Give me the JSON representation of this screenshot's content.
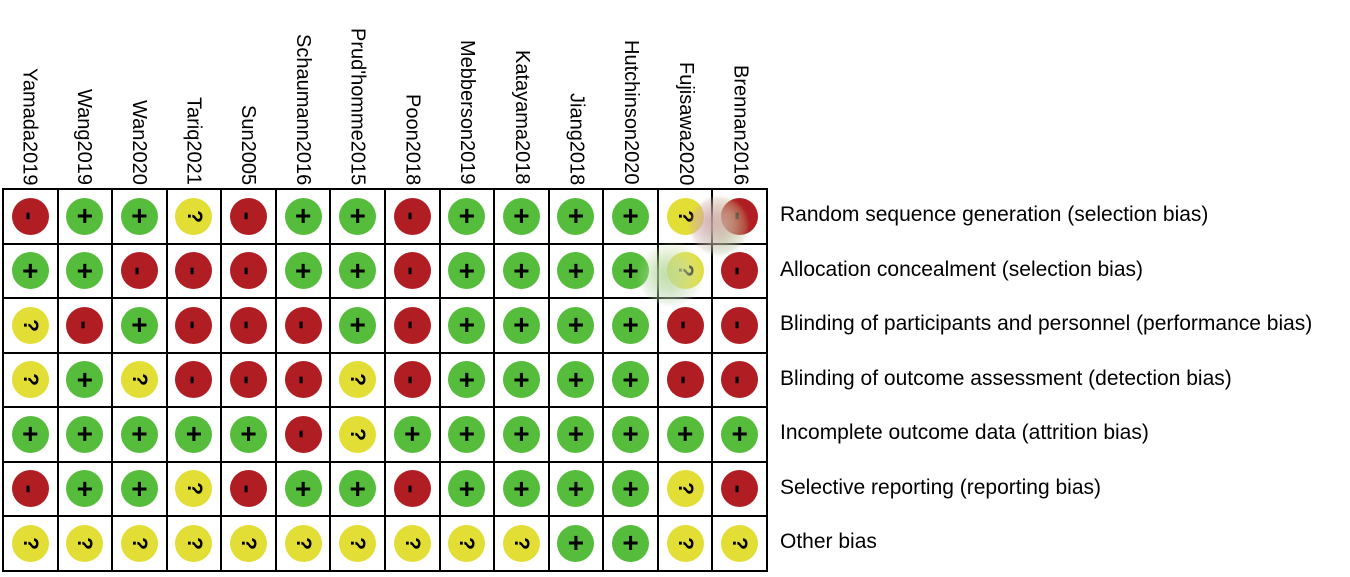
{
  "chart_data": {
    "type": "heatmap",
    "description": "risk-of-bias summary matrix: studies (columns) x bias domains (rows)",
    "columns_studies": [
      "Yamada2019",
      "Wang2019",
      "Wan2020",
      "Tariq2021",
      "Sun2005",
      "Schaumann2016",
      "Prud'homme2015",
      "Poon2018",
      "Mebberson2019",
      "Katayama2018",
      "Jiang2018",
      "Hutchinson2020",
      "Fujisawa2020",
      "Brennan2016"
    ],
    "rows_domains": [
      "Random sequence generation (selection bias)",
      "Allocation concealment (selection bias)",
      "Blinding of participants and personnel (performance bias)",
      "Blinding of outcome assessment (detection bias)",
      "Incomplete outcome data (attrition bias)",
      "Selective reporting (reporting bias)",
      "Other bias"
    ],
    "values": [
      [
        "-",
        "+",
        "+",
        "?",
        "-",
        "+",
        "+",
        "-",
        "+",
        "+",
        "+",
        "+",
        "?",
        "-"
      ],
      [
        "+",
        "+",
        "-",
        "-",
        "-",
        "+",
        "+",
        "-",
        "+",
        "+",
        "+",
        "+",
        "?",
        "-"
      ],
      [
        "?",
        "-",
        "+",
        "-",
        "-",
        "-",
        "+",
        "-",
        "+",
        "+",
        "+",
        "+",
        "-",
        "-"
      ],
      [
        "?",
        "+",
        "?",
        "-",
        "-",
        "-",
        "?",
        "-",
        "+",
        "+",
        "+",
        "+",
        "-",
        "-"
      ],
      [
        "+",
        "+",
        "+",
        "+",
        "+",
        "-",
        "?",
        "+",
        "+",
        "+",
        "+",
        "+",
        "+",
        "+"
      ],
      [
        "-",
        "+",
        "+",
        "?",
        "-",
        "+",
        "+",
        "-",
        "+",
        "+",
        "+",
        "+",
        "?",
        "-"
      ],
      [
        "?",
        "?",
        "?",
        "?",
        "?",
        "?",
        "?",
        "?",
        "?",
        "?",
        "+",
        "+",
        "?",
        "?"
      ]
    ],
    "judgement_styles": {
      "+": {
        "color": "#55BD3B",
        "semantic": "plus",
        "icon": "plus-icon"
      },
      "-": {
        "color": "#B01E23",
        "semantic": "minus",
        "icon": "minus-icon"
      },
      "?": {
        "color": "#E2DE35",
        "semantic": "question",
        "icon": "question-icon"
      }
    },
    "grid": true,
    "legend_position": "none"
  }
}
